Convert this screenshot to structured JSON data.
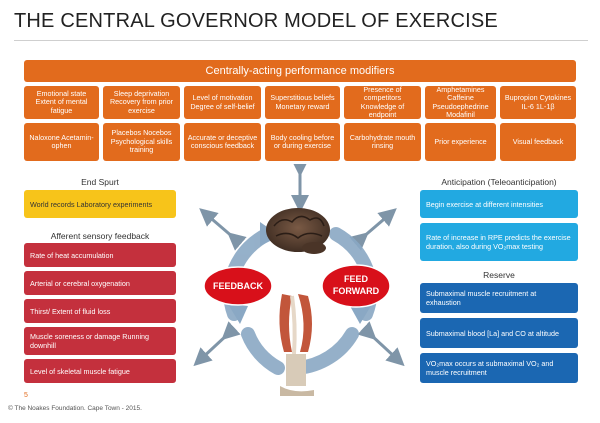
{
  "title": "THE CENTRAL GOVERNOR MODEL OF EXERCISE",
  "banner": "Centrally-acting performance modifiers",
  "modifiers_row1": [
    "Emotional state Extent of mental fatigue",
    "Sleep deprivation Recovery from prior exercise",
    "Level of motivation Degree of self-belief",
    "Superstitious beliefs Monetary reward",
    "Presence of competitors Knowledge of endpoint",
    "Amphetamines Caffeine Pseudoephedrine Modafinil",
    "Bupropion Cytokines IL-6 1L-1β"
  ],
  "modifiers_row2": [
    "Naloxone Acetamin-ophen",
    "Placebos Nocebos Psychological skills training",
    "Accurate or deceptive conscious feedback",
    "Body cooling before or during exercise",
    "Carbohydrate mouth rinsing",
    "Prior experience",
    "Visual feedback"
  ],
  "left": {
    "end_spurt_heading": "End Spurt",
    "end_spurt_item": "World records Laboratory experiments",
    "afferent_heading": "Afferent sensory feedback",
    "afferent_items": [
      "Rate of heat accumulation",
      "Arterial or cerebral oxygenation",
      "Thirst/ Extent of fluid loss",
      "Muscle soreness or damage Running downhill",
      "Level of skeletal muscle fatigue"
    ]
  },
  "right": {
    "anticipation_heading": "Anticipation (Teleoanticipation)",
    "anticipation_items": [
      "Begin exercise at different intensities",
      "Rate of increase in RPE predicts the exercise duration, also during VO₂max testing"
    ],
    "reserve_heading": "Reserve",
    "reserve_items": [
      "Submaximal muscle recruitment at exhaustion",
      "Submaximal blood [La] and CO at altitude",
      "VO₂max occurs at submaximal VO₂ and muscle recruitment"
    ]
  },
  "center": {
    "feedback_label": "FEEDBACK",
    "feed_label_line1": "FEED",
    "feed_label_line2": "FORWARD"
  },
  "page_number": "5",
  "footer": "© The Noakes Foundation. Cape Town - 2015.",
  "colors": {
    "orange": "#e26b1d",
    "red": "#c4303d",
    "yellow": "#f7c41a",
    "cyan": "#22a9e1",
    "blue": "#1b67b2"
  }
}
